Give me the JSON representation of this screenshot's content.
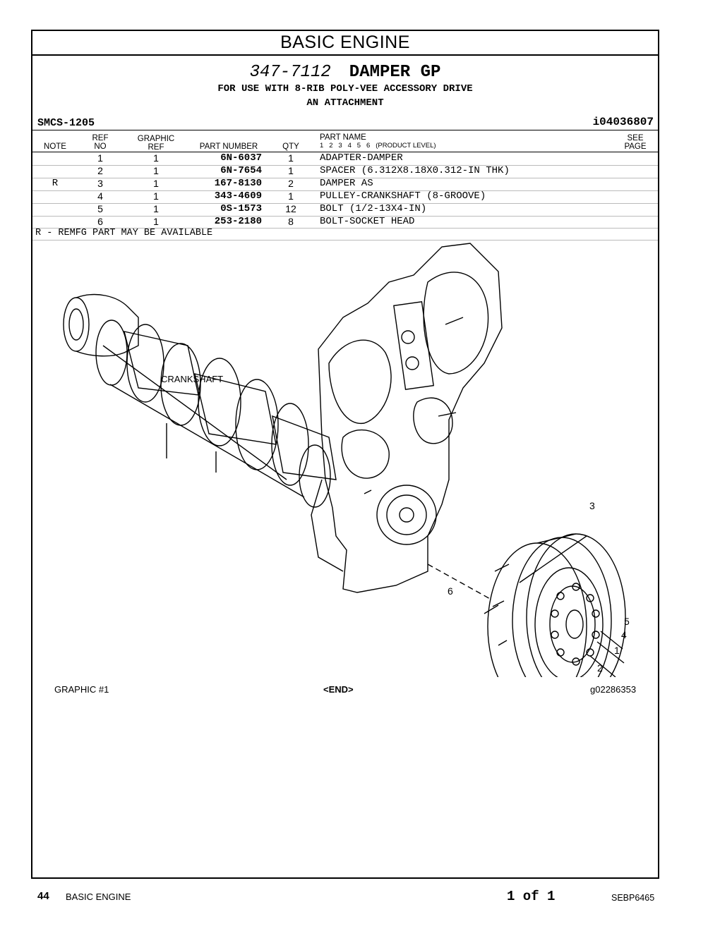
{
  "header": {
    "section_title": "BASIC ENGINE"
  },
  "group": {
    "part_number": "347-7112",
    "name": "DAMPER GP",
    "use_line_1": "FOR USE WITH 8-RIB POLY-VEE ACCESSORY DRIVE",
    "use_line_2": "AN ATTACHMENT",
    "smcs": "SMCS-1205",
    "info_id": "i04036807"
  },
  "columns": {
    "note": "NOTE",
    "ref_no": [
      "REF",
      "NO"
    ],
    "graphic_ref": [
      "GRAPHIC",
      "REF"
    ],
    "part_number": "PART NUMBER",
    "qty": "QTY",
    "part_name": "PART NAME",
    "levels": "1   2   3   4   5   6   (PRODUCT LEVEL)",
    "see_page": [
      "SEE",
      "PAGE"
    ]
  },
  "rows": [
    {
      "note": "",
      "ref": "1",
      "graphic": "1",
      "part_number": "6N-6037",
      "qty": "1",
      "name": "ADAPTER-DAMPER"
    },
    {
      "note": "",
      "ref": "2",
      "graphic": "1",
      "part_number": "6N-7654",
      "qty": "1",
      "name": "SPACER (6.312X8.18X0.312-IN THK)"
    },
    {
      "note": "R",
      "ref": "3",
      "graphic": "1",
      "part_number": "167-8130",
      "qty": "2",
      "name": "DAMPER AS"
    },
    {
      "note": "",
      "ref": "4",
      "graphic": "1",
      "part_number": "343-4609",
      "qty": "1",
      "name": "PULLEY-CRANKSHAFT (8-GROOVE)"
    },
    {
      "note": "",
      "ref": "5",
      "graphic": "1",
      "part_number": "0S-1573",
      "qty": "12",
      "name": "BOLT (1/2-13X4-IN)"
    },
    {
      "note": "",
      "ref": "6",
      "graphic": "1",
      "part_number": "253-2180",
      "qty": "8",
      "name": "BOLT-SOCKET HEAD"
    }
  ],
  "footnote": "R - REMFG PART MAY BE AVAILABLE",
  "graphic": {
    "crankshaft_label": "CRANKSHAFT",
    "callouts": {
      "c1": "1",
      "c2": "2",
      "c3": "3",
      "c4": "4",
      "c5": "5",
      "c6": "6"
    },
    "graphic_label": "GRAPHIC #1",
    "end_label": "<END>",
    "graphic_id": "g02286353"
  },
  "footer": {
    "page_number": "44",
    "section": "BASIC ENGINE",
    "page_of": "1 of 1",
    "doc_id": "SEBP6465"
  }
}
